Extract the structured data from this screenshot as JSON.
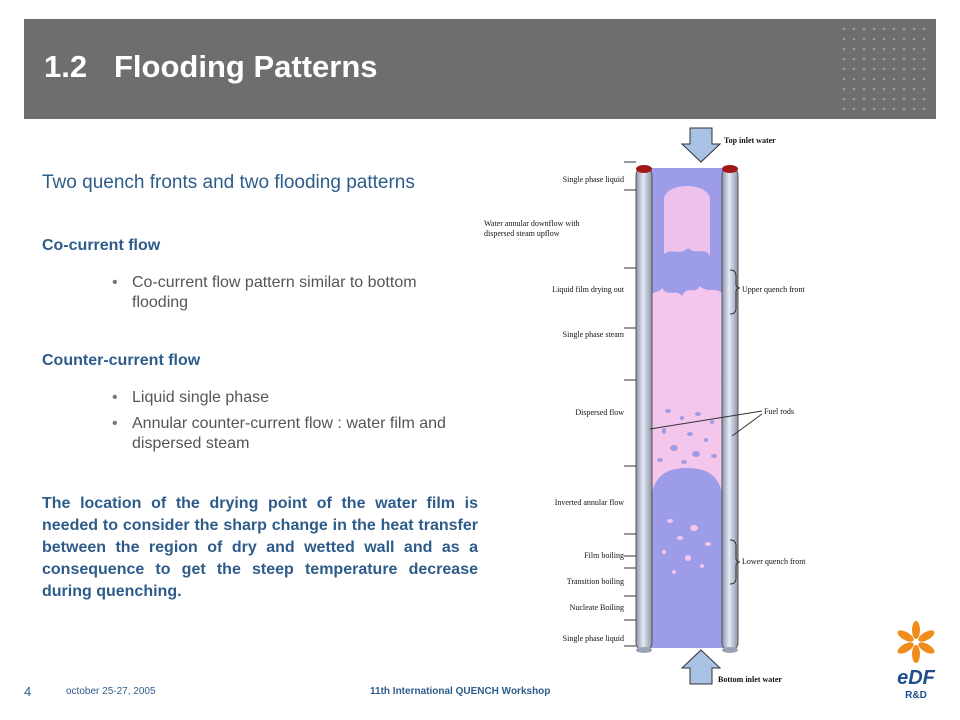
{
  "slide": {
    "title_number": "1.2",
    "title_text": "Flooding Patterns",
    "subtitle": "Two quench fronts and two flooding patterns",
    "cocurrent_heading": "Co-current flow",
    "cocurrent_bullets": [
      "Co-current flow pattern similar to bottom flooding"
    ],
    "counter_heading": "Counter-current flow",
    "counter_bullets": [
      "Liquid single phase",
      "Annular counter-current flow : water film and dispersed steam"
    ],
    "paragraph": "The location of the drying point of the water film is needed to consider the sharp change in the heat transfer between the region of dry and wetted wall and as a consequence to get the steep temperature decrease during quenching."
  },
  "diagram": {
    "top_label": "Top inlet water",
    "bottom_label": "Bottom inlet water",
    "left_labels": {
      "single_phase_liquid_top": "Single phase liquid",
      "water_annular_line1": "Water annular downflow with",
      "water_annular_line2": "dispersed steam upflow",
      "liquid_film_drying": "Liquid film drying out",
      "single_phase_steam": "Single phase steam",
      "dispersed_flow": "Dispersed flow",
      "inverted_annular": "Inverted annular flow",
      "film_boiling": "Film boiling",
      "transition_boiling": "Transition boiling",
      "nucleate_boiling": "Nucleate Boiling",
      "single_phase_liquid_bottom": "Single phase liquid"
    },
    "right_labels": {
      "upper_quench": "Upper quench front",
      "fuel_rods": "Fuel rods",
      "lower_quench": "Lower quench front"
    },
    "colors": {
      "channel": "#f5c6ec",
      "water": "#9c9ce8",
      "arrow": "#a8c2e6",
      "rod": "#c4cce0"
    }
  },
  "footer": {
    "page_number": "4",
    "date": "october 25-27, 2005",
    "event": "11th International QUENCH Workshop"
  },
  "logo": {
    "wordmark": "eDF",
    "sub": "R&D",
    "color_orange": "#f08c1c",
    "color_blue": "#1f4e8c"
  }
}
